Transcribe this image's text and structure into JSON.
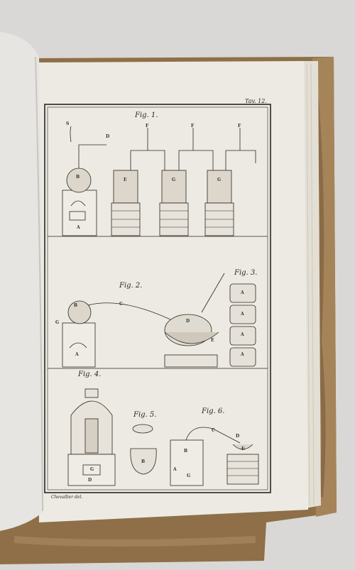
{
  "plate": {
    "label": "Tav. 12.",
    "credit": "Chevallier del.",
    "figures": [
      {
        "title": "Fig. 1.",
        "letters": [
          "S",
          "D",
          "F",
          "F",
          "F",
          "B",
          "E",
          "G",
          "G",
          "A"
        ]
      },
      {
        "title": "Fig. 2.",
        "letters": [
          "B",
          "C",
          "G",
          "D",
          "E",
          "A"
        ]
      },
      {
        "title": "Fig. 3.",
        "letters": [
          "A",
          "A",
          "A",
          "A"
        ]
      },
      {
        "title": "Fig. 4.",
        "letters": [
          "G",
          "D"
        ]
      },
      {
        "title": "Fig. 5.",
        "letters": [
          "B"
        ]
      },
      {
        "title": "Fig. 6.",
        "letters": [
          "C",
          "D",
          "B",
          "E",
          "A",
          "G"
        ]
      }
    ]
  },
  "colors": {
    "background": "#d9d8d6",
    "page": "#edeae4",
    "ink": "#2a2622",
    "leather": "#9a7a52"
  }
}
